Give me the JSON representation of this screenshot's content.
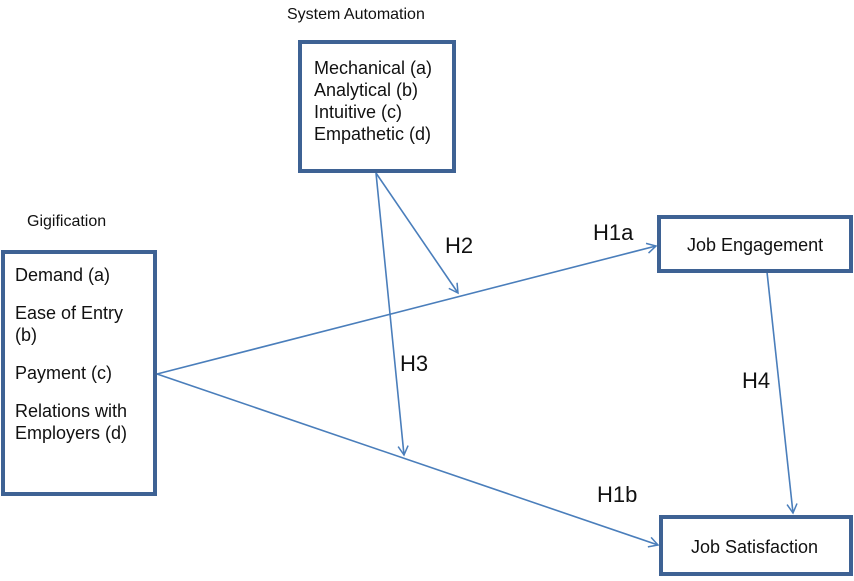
{
  "colors": {
    "box_border": "#3e6294",
    "arrow": "#4a7ebb"
  },
  "moderator": {
    "title": "System Automation",
    "items": [
      "Mechanical (a)",
      "Analytical (b)",
      "Intuitive (c)",
      "Empathetic (d)"
    ]
  },
  "independent": {
    "title": "Gigification",
    "items": [
      "Demand (a)",
      "Ease of Entry (b)",
      "Payment (c)",
      "Relations with Employers (d)"
    ]
  },
  "outcomes": {
    "engagement": "Job Engagement",
    "satisfaction": "Job Satisfaction"
  },
  "hypotheses": {
    "h1a": "H1a",
    "h1b": "H1b",
    "h2": "H2",
    "h3": "H3",
    "h4": "H4"
  }
}
